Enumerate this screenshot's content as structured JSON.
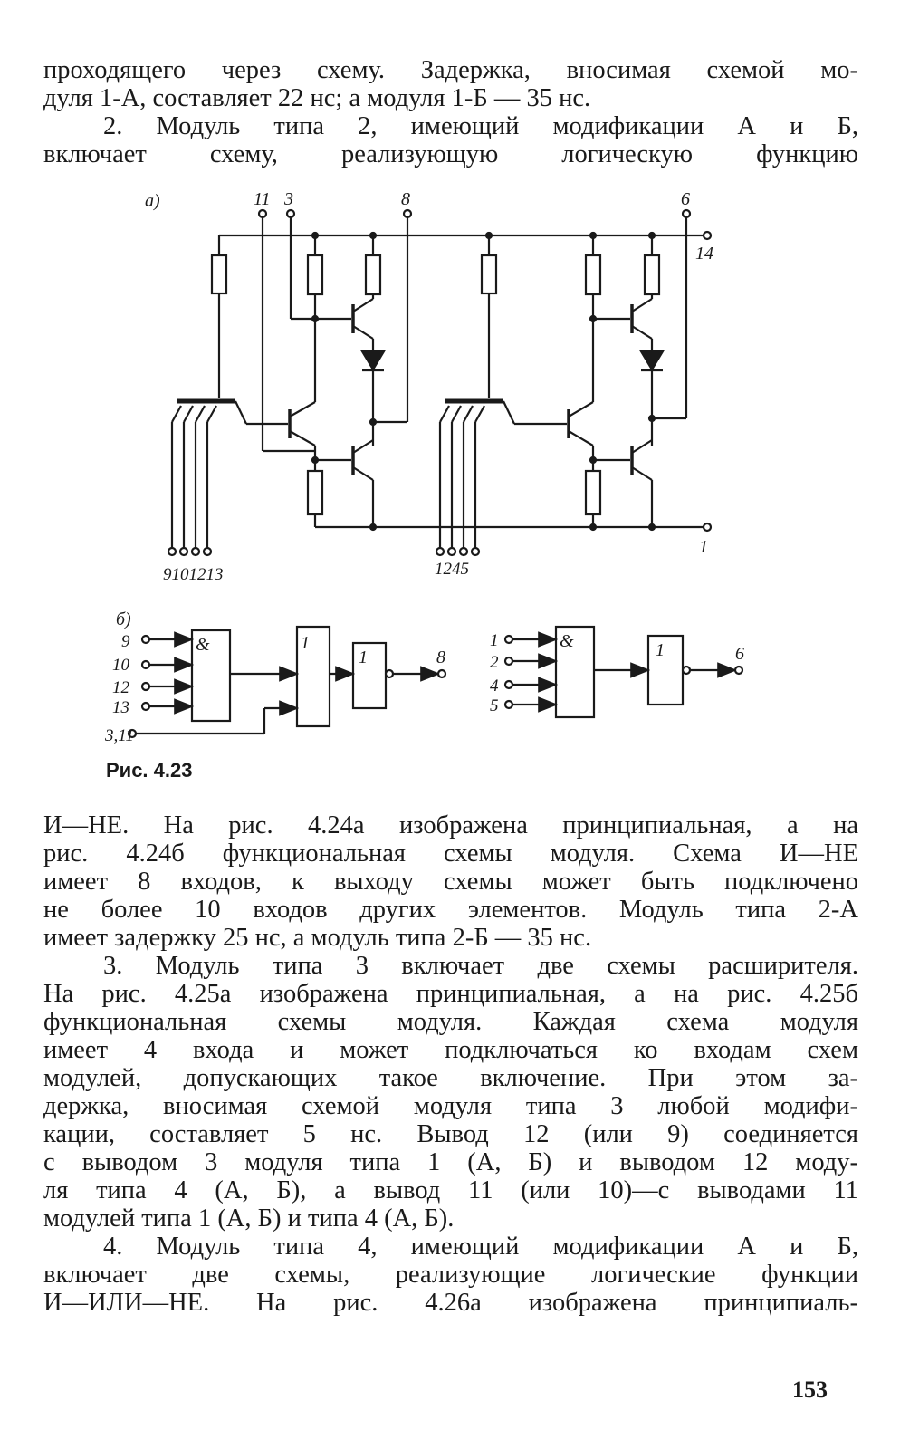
{
  "top_text": {
    "lines": [
      "проходящего через схему. Задержка, вносимая схемой мо-",
      "дуля 1-А, составляет 22 нс; а модуля 1-Б — 35 нс.",
      "2. Модуль типа 2, имеющий модификации А и Б,",
      "включает схему, реализующую логическую функцию"
    ]
  },
  "figure": {
    "caption": "Рис. 4.23",
    "part_a_label": "а)",
    "part_b_label": "б)",
    "pins_top": [
      "11",
      "3",
      "8",
      "6"
    ],
    "pin_right_top": "14",
    "pin_right_bottom": "1",
    "inputs_left_a": "9101213",
    "inputs_right_a": "1245",
    "func_left_inputs": [
      "9",
      "10",
      "12",
      "13",
      "3,11"
    ],
    "func_right_inputs": [
      "1",
      "2",
      "4",
      "5"
    ],
    "gate_and": "&",
    "gate_or": "1",
    "gate_not": "1",
    "out_left": "8",
    "out_right": "6"
  },
  "body_text": {
    "lines": [
      "И—НЕ. На рис. 4.24а изображена принципиальная, а на",
      "рис. 4.24б функциональная схемы модуля. Схема И—НЕ",
      "имеет 8 входов, к выходу схемы может быть подключено",
      "не более 10 входов других элементов. Модуль типа 2-А",
      "имеет задержку 25 нс, а модуль типа 2-Б — 35 нс.",
      "3. Модуль типа 3 включает две схемы расширителя.",
      "На рис. 4.25а изображена принципиальная, а на рис. 4.25б",
      "функциональная схемы модуля. Каждая схема модуля",
      "имеет 4 входа и может подключаться ко входам схем",
      "модулей, допускающих такое включение. При этом за-",
      "держка, вносимая схемой модуля типа 3 любой модифи-",
      "кации, составляет 5 нс. Вывод 12 (или 9) соединяется",
      "с выводом 3 модуля типа 1 (А, Б) и выводом 12 моду-",
      "ля типа 4 (А, Б), а вывод 11 (или 10)—с выводами 11",
      "модулей типа 1 (А, Б) и типа 4 (А, Б).",
      "4. Модуль типа 4, имеющий модификации А и Б,",
      "включает две схемы, реализующие логические функции",
      "И—ИЛИ—НЕ. На рис. 4.26а изображена принципиаль-"
    ]
  },
  "page_number": "153"
}
